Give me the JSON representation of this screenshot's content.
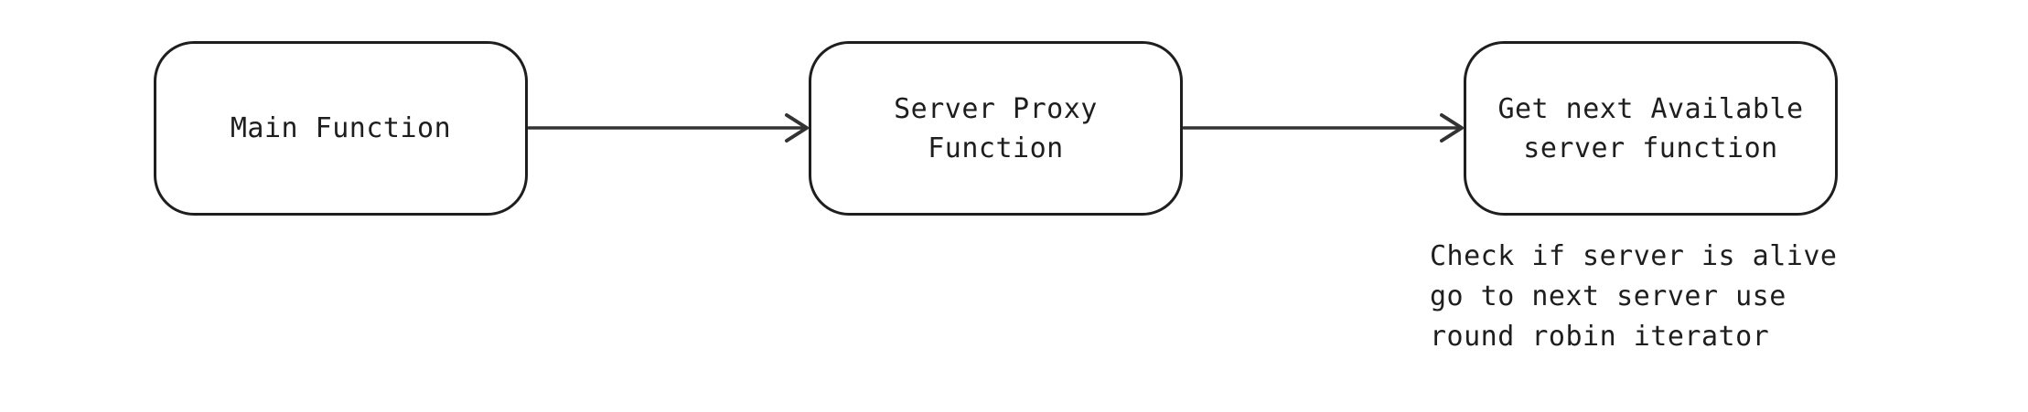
{
  "diagram": {
    "nodes": [
      {
        "id": "main",
        "label": "Main Function"
      },
      {
        "id": "proxy",
        "label": "Server Proxy\nFunction"
      },
      {
        "id": "next",
        "label": "Get next Available\nserver function"
      }
    ],
    "edges": [
      {
        "from": "main",
        "to": "proxy"
      },
      {
        "from": "proxy",
        "to": "next"
      }
    ],
    "note": {
      "attached_to": "next",
      "lines": [
        "Check if server is alive",
        "go to next server use",
        "round robin iterator"
      ]
    },
    "colors": {
      "stroke": "#1e1e1e",
      "arrow": "#333333",
      "background": "#ffffff"
    }
  }
}
